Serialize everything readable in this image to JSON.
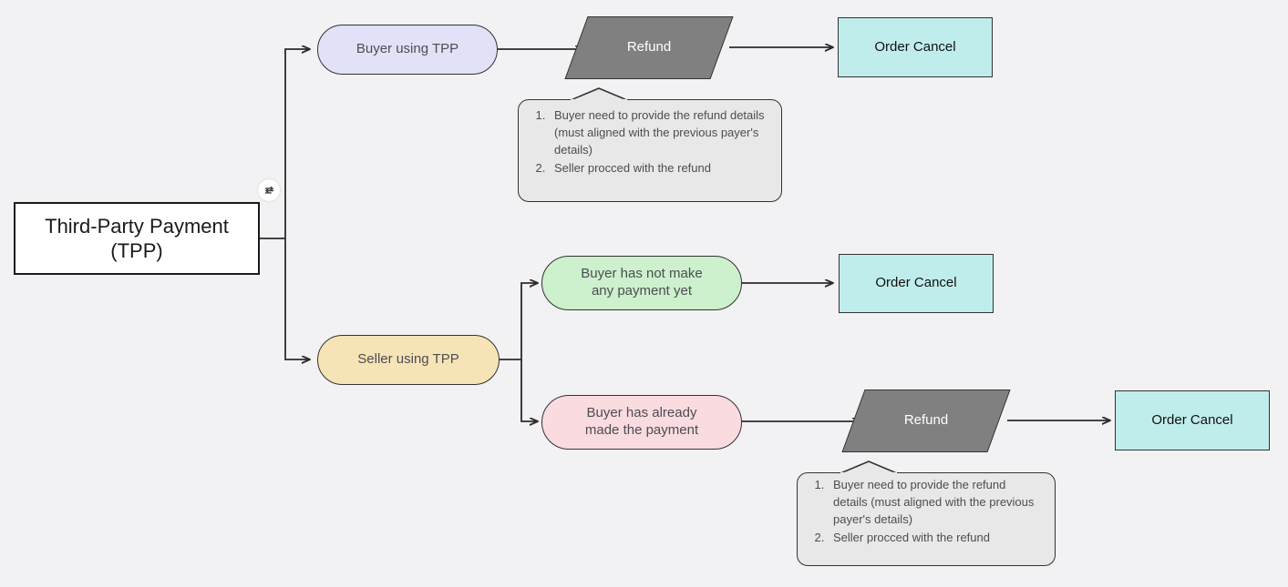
{
  "diagram": {
    "title": "Third-Party Payment (TPP) refund / order-cancel flow",
    "background_color": "#f2f2f4",
    "colors": {
      "root_fill": "#ffffff",
      "lavender": "#e1e1f7",
      "beige": "#f6e4b6",
      "green": "#cdf0cd",
      "pink": "#f9dbe0",
      "cyan": "#bfedec",
      "parallelogram": "#808080",
      "note_fill": "#e8e8e8",
      "stroke": "#333333",
      "text": "#4d4d52"
    },
    "nodes": {
      "root": {
        "label_line1": "Third-Party Payment",
        "label_line2": "(TPP)"
      },
      "buyer_tpp": {
        "label": "Buyer using TPP"
      },
      "seller_tpp": {
        "label": "Seller using TPP"
      },
      "no_payment": {
        "label_line1": "Buyer has not make",
        "label_line2": "any payment yet"
      },
      "already_paid": {
        "label_line1": "Buyer has already",
        "label_line2": "made the payment"
      },
      "refund_top": {
        "label": "Refund"
      },
      "refund_bottom": {
        "label": "Refund"
      },
      "order_cancel_1": {
        "label": "Order Cancel"
      },
      "order_cancel_2": {
        "label": "Order Cancel"
      },
      "order_cancel_3": {
        "label": "Order Cancel"
      }
    },
    "notes": {
      "refund_note_top": {
        "items": [
          "Buyer need to provide the refund details (must aligned with the previous payer's details)",
          "Seller procced with the refund"
        ]
      },
      "refund_note_bottom": {
        "items": [
          "Buyer need to provide the refund details (must aligned with the previous payer's details)",
          "Seller procced with the refund"
        ]
      }
    },
    "badge": {
      "icon_name": "flow-connector-icon"
    }
  }
}
